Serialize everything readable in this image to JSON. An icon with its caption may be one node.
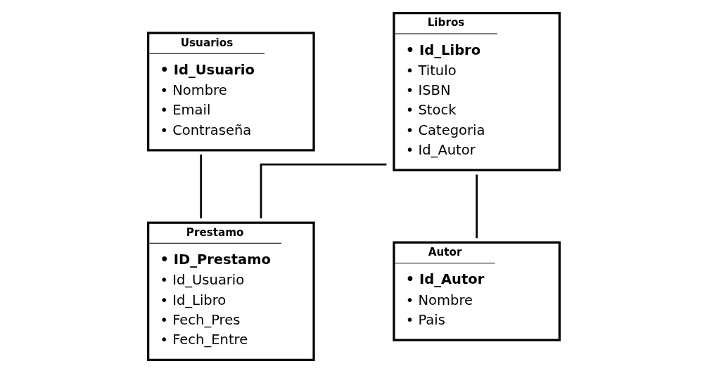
{
  "diagram": {
    "nodes": [
      {
        "text": [
          "Usuarios",
          "• Id_Usuario",
          "• Nombre",
          "• Email",
          "• Contraseña"
        ]
      },
      {
        "text": [
          "Prestamo",
          "• ID_Prestamo",
          "• Id_Usuario",
          "• Id_Libro",
          "• Fech_Pres",
          "• Fech_Entre"
        ]
      },
      {
        "text": [
          "Libros",
          "• Id_Libro",
          "• Titulo",
          "• ISBN",
          "• Stock",
          "• Categoria",
          "• Id_Autor"
        ]
      },
      {
        "text": [
          "Autor",
          "• Id_Autor",
          "• Nombre",
          "• Pais"
        ]
      }
    ],
    "edges": [
      {
        "from": 0,
        "to": 1,
        "arrow": "none"
      },
      {
        "from": 1,
        "to": 2,
        "arrow": "none"
      },
      {
        "from": 2,
        "to": 3,
        "arrow": "none"
      }
    ]
  }
}
